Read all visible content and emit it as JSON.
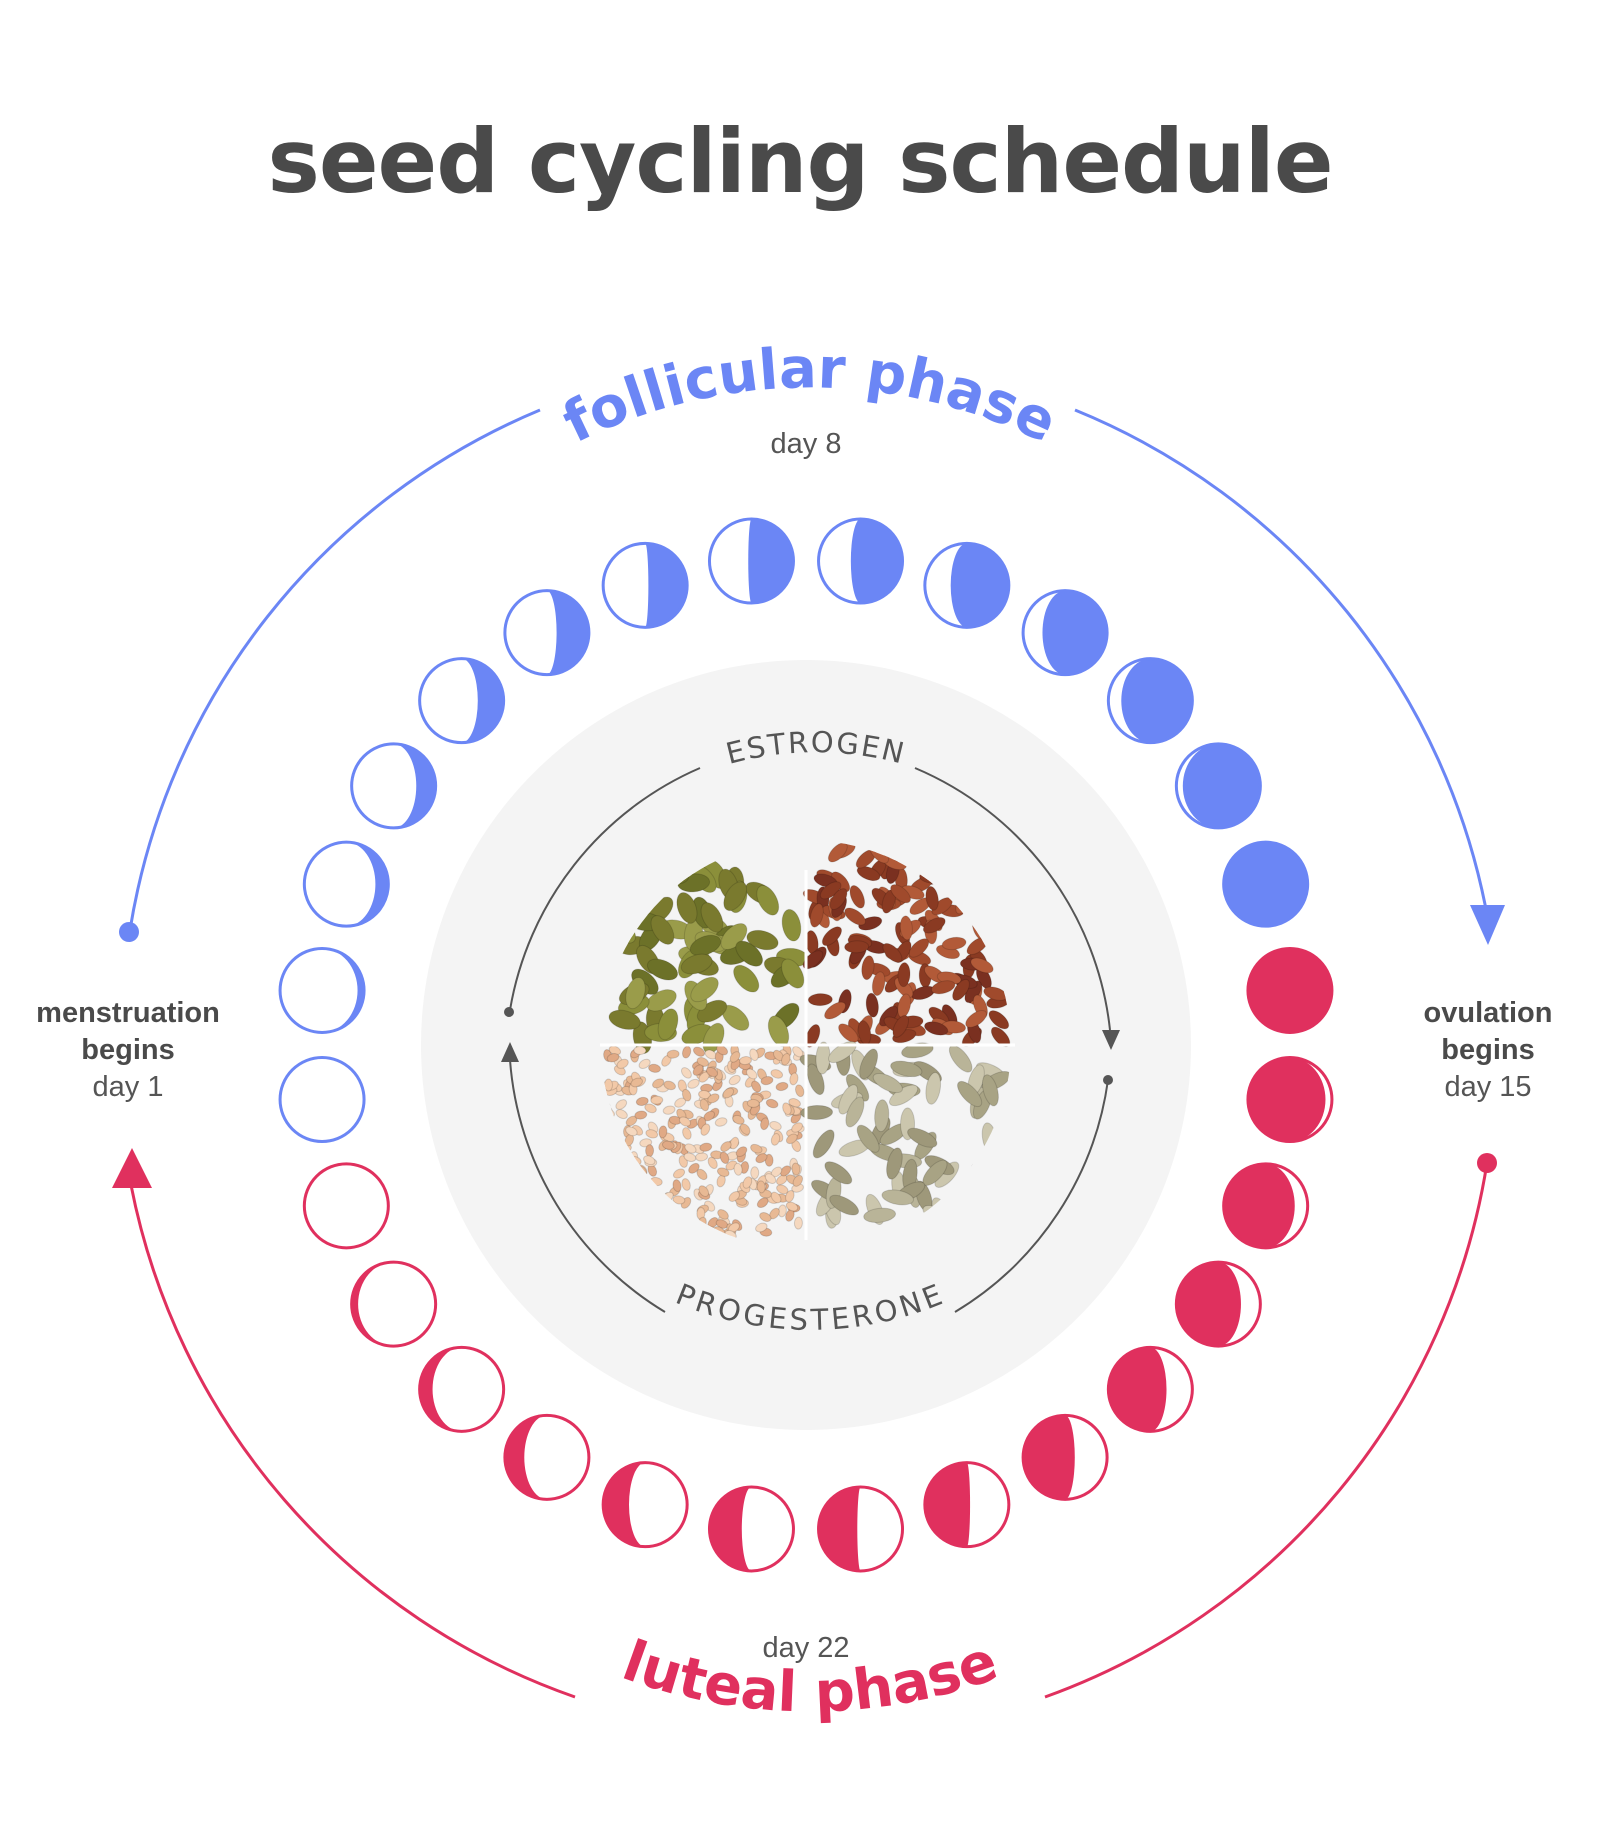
{
  "title": "seed cycling schedule",
  "phases": {
    "follicular": {
      "label": "follicular phase",
      "color": "#6b86f5"
    },
    "luteal": {
      "label": "luteal phase",
      "color": "#e0305e"
    }
  },
  "markers": {
    "day8": "day 8",
    "day22": "day 22"
  },
  "left_label": {
    "line1": "menstruation",
    "line2": "begins",
    "day": "day 1"
  },
  "right_label": {
    "line1": "ovulation",
    "line2": "begins",
    "day": "day 15"
  },
  "hormones": {
    "top": "ESTROGEN",
    "bottom": "PROGESTERONE"
  },
  "seeds": [
    "pumpkin-seeds",
    "flax-seeds",
    "sesame-seeds",
    "sunflower-seeds"
  ],
  "moon_count": 28,
  "colors": {
    "text": "#4a4a4a",
    "center_bg": "#f4f4f4",
    "arrow": "#555555"
  }
}
